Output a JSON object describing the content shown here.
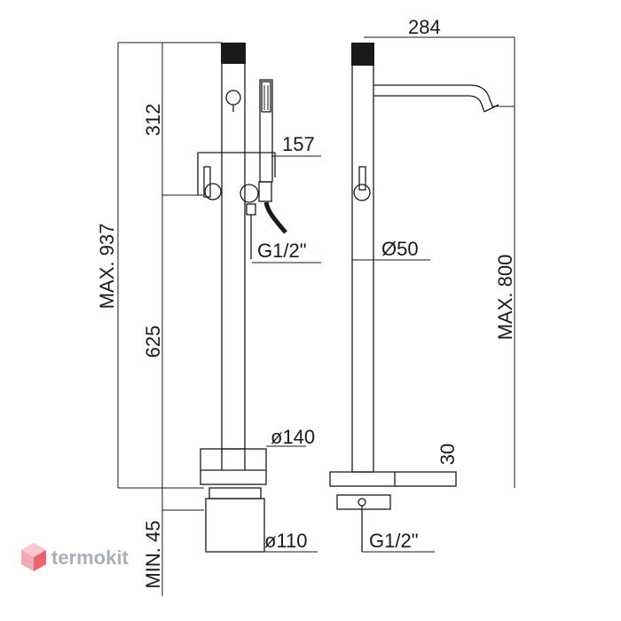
{
  "dimensions": {
    "max_total_height": "MAX. 937",
    "handshower_height": "312",
    "body_height": "625",
    "handshower_offset": "157",
    "inlet_thread_top": "G1/2\"",
    "pipe_diameter": "Ø50",
    "spout_reach": "284",
    "max_spout_height": "MAX. 800",
    "base_diameter": "ø140",
    "base_height": "30",
    "min_depth": "MIN. 45",
    "bottom_diameter": "ø110",
    "inlet_thread_bottom": "G1/2\""
  },
  "watermark": {
    "brand": "termokit",
    "logo_icon": "hexagon-cube-logo-icon",
    "colors": [
      "#e8485a",
      "#f29aa6"
    ]
  }
}
